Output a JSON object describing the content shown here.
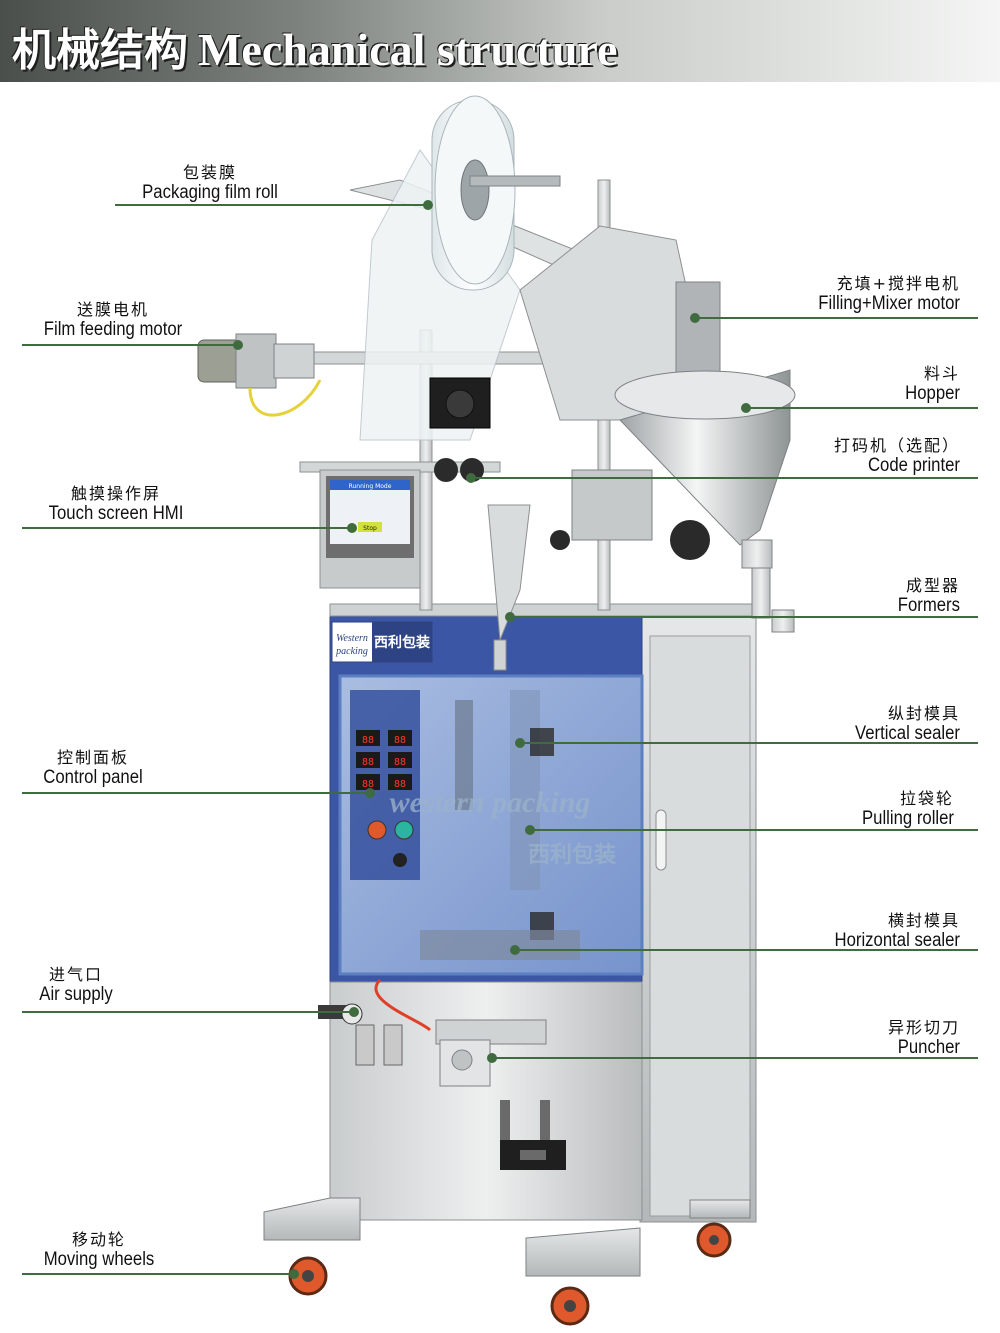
{
  "header": {
    "title_zh": "机械结构",
    "title_en": "Mechanical structure"
  },
  "machine": {
    "brand_badge_en": "Western packing",
    "brand_badge_zh": "西利包装",
    "watermark_en": "western packing",
    "watermark_zh": "西利包装",
    "hmi_screen_text": "Running Mode",
    "hmi_button_text": "Stop"
  },
  "components": [
    {
      "zh": "包装膜",
      "en": "Packaging film roll",
      "side": "left"
    },
    {
      "zh": "送膜电机",
      "en": "Film feeding motor",
      "side": "left"
    },
    {
      "zh": "触摸操作屏",
      "en": "Touch screen HMI",
      "side": "left"
    },
    {
      "zh": "控制面板",
      "en": "Control panel",
      "side": "left"
    },
    {
      "zh": "进气口",
      "en": "Air supply",
      "side": "left"
    },
    {
      "zh": "移动轮",
      "en": "Moving wheels",
      "side": "left"
    },
    {
      "zh": "充填+搅拌电机",
      "en": "Filling+Mixer motor",
      "side": "right"
    },
    {
      "zh": "料斗",
      "en": "Hopper",
      "side": "right"
    },
    {
      "zh": "打码机（选配）",
      "en": "Code printer",
      "side": "right"
    },
    {
      "zh": "成型器",
      "en": "Formers",
      "side": "right"
    },
    {
      "zh": "纵封模具",
      "en": "Vertical sealer",
      "side": "right"
    },
    {
      "zh": "拉袋轮",
      "en": "Pulling roller",
      "side": "right"
    },
    {
      "zh": "横封模具",
      "en": "Horizontal sealer",
      "side": "right"
    },
    {
      "zh": "异形切刀",
      "en": "Puncher",
      "side": "right"
    }
  ],
  "colors": {
    "leader_line": "#3f6b3f",
    "header_dark": "#4a4f4b",
    "panel_blue": "#3c56a6"
  }
}
